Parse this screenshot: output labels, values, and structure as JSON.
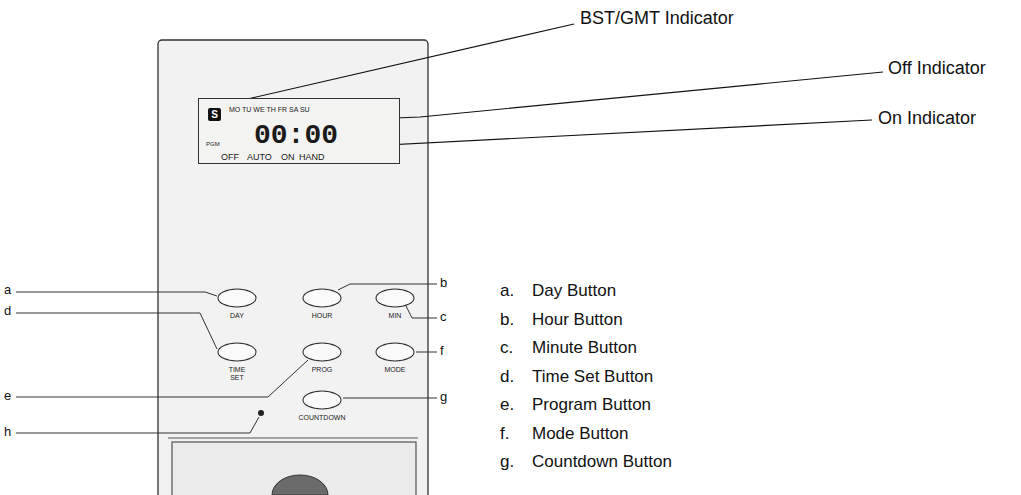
{
  "diagram": {
    "nodes": [
      {
        "text": [
          "S",
          "MO TU WE TH FR SA SU",
          "PGM",
          "00:00",
          "OFF",
          "AUTO",
          "ON",
          "HAND"
        ]
      },
      {
        "text": [
          "DAY"
        ]
      },
      {
        "text": [
          "HOUR"
        ]
      },
      {
        "text": [
          "MIN"
        ]
      },
      {
        "text": [
          "TIME SET"
        ]
      },
      {
        "text": [
          "PROG"
        ]
      },
      {
        "text": [
          "MODE"
        ]
      },
      {
        "text": [
          "COUNTDOWN"
        ]
      }
    ],
    "labels": [
      "BST/GMT Indicator",
      "Off Indicator",
      "On Indicator",
      "a",
      "b",
      "c",
      "d",
      "e",
      "f",
      "g",
      "h",
      "a.",
      "Day Button",
      "b.",
      "Hour Button",
      "c.",
      "Minute Button",
      "d.",
      "Time Set Button",
      "e.",
      "Program Button",
      "f.",
      "Mode Button",
      "g.",
      "Countdown Button"
    ]
  }
}
